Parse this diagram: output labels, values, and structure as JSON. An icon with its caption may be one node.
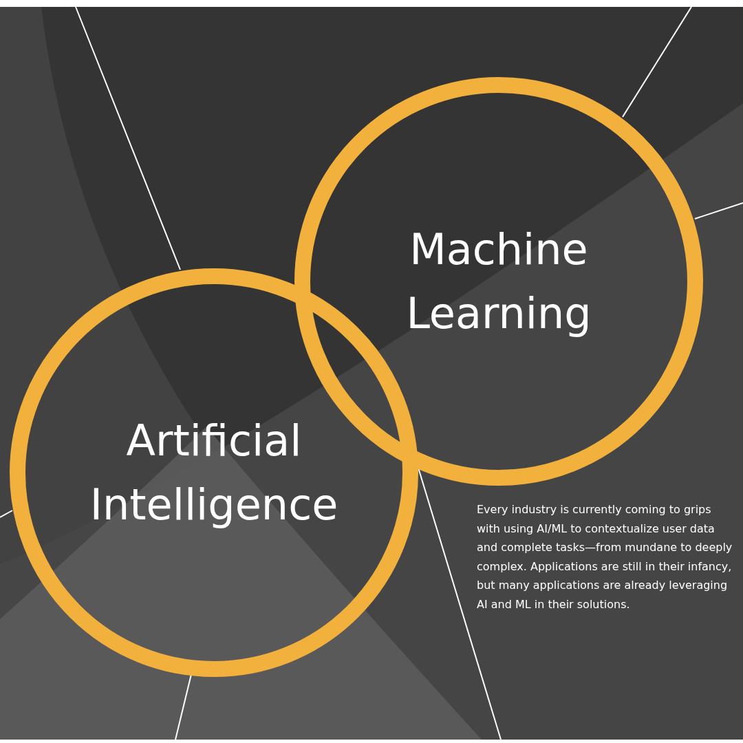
{
  "diagram": {
    "nodes": [
      {
        "text": [
          "Artificial Intelligence"
        ]
      },
      {
        "text": [
          "Machine Learning"
        ]
      }
    ],
    "labels": [
      "Every industry is currently coming to grips with using AI/ML to contextualize user data and complete tasks—from mundane to deeply complex. Applications are still in their infancy, but many applications are already leveraging AI and ML in their solutions."
    ]
  }
}
